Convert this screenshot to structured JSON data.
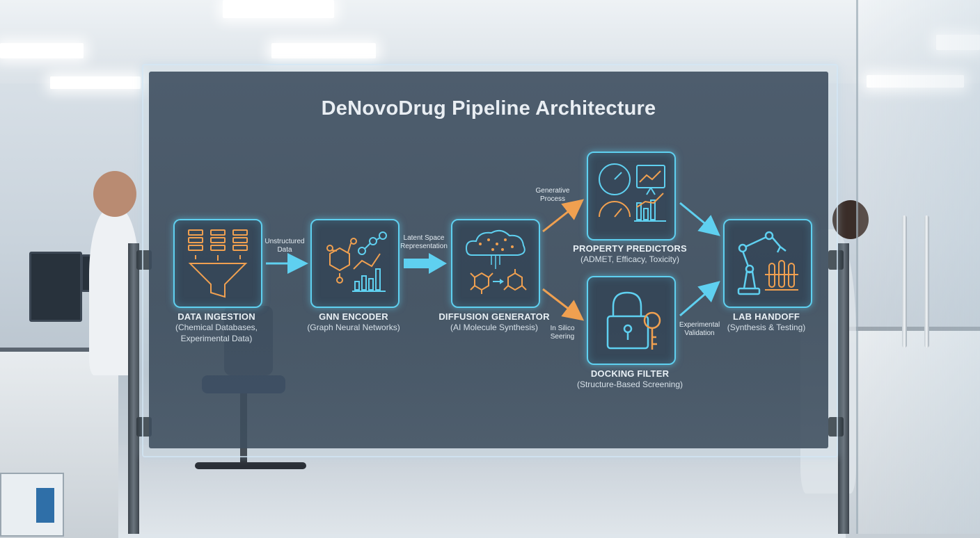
{
  "diagram": {
    "title": "DeNovoDrug Pipeline Architecture",
    "nodes": [
      {
        "id": "ingestion",
        "title": "DATA INGESTION",
        "subtitle_line1": "(Chemical Databases,",
        "subtitle_line2": "Experimental Data)",
        "icon": "database-funnel-icon"
      },
      {
        "id": "encoder",
        "title": "GNN ENCODER",
        "subtitle_line1": "(Graph Neural Networks)",
        "icon": "molecular-graph-icon"
      },
      {
        "id": "generator",
        "title": "DIFFUSION GENERATOR",
        "subtitle_line1": "(AI Molecule Synthesis)",
        "icon": "cloud-molecule-icon"
      },
      {
        "id": "predictors",
        "title": "PROPERTY PREDICTORS",
        "subtitle_line1": "(ADMET, Efficacy, Toxicity)",
        "icon": "gauge-chart-icon"
      },
      {
        "id": "docking",
        "title": "DOCKING FILTER",
        "subtitle_line1": "(Structure-Based Screening)",
        "icon": "lock-key-icon"
      },
      {
        "id": "handoff",
        "title": "LAB HANDOFF",
        "subtitle_line1": "(Synthesis & Testing)",
        "icon": "robot-arm-test-tubes-icon"
      }
    ],
    "edges": [
      {
        "from": "ingestion",
        "to": "encoder",
        "label_line1": "Unstructured",
        "label_line2": "Data"
      },
      {
        "from": "encoder",
        "to": "generator",
        "label_line1": "Latent Space",
        "label_line2": "Representation"
      },
      {
        "from": "generator",
        "to": "predictors",
        "label_line1": "Generative",
        "label_line2": "Process"
      },
      {
        "from": "generator",
        "to": "docking",
        "label_line1": "In Silico",
        "label_line2": "Seering"
      },
      {
        "from": "predictors",
        "to": "handoff",
        "label_line1": "",
        "label_line2": ""
      },
      {
        "from": "docking",
        "to": "handoff",
        "label_line1": "Experimental",
        "label_line2": "Validation"
      }
    ]
  },
  "colors": {
    "node_border": "#5fd0f0",
    "arrow_cyan": "#5fd0f0",
    "arrow_orange": "#f0a050",
    "icon_orange": "#f0a050",
    "panel_bg": "#425263"
  }
}
